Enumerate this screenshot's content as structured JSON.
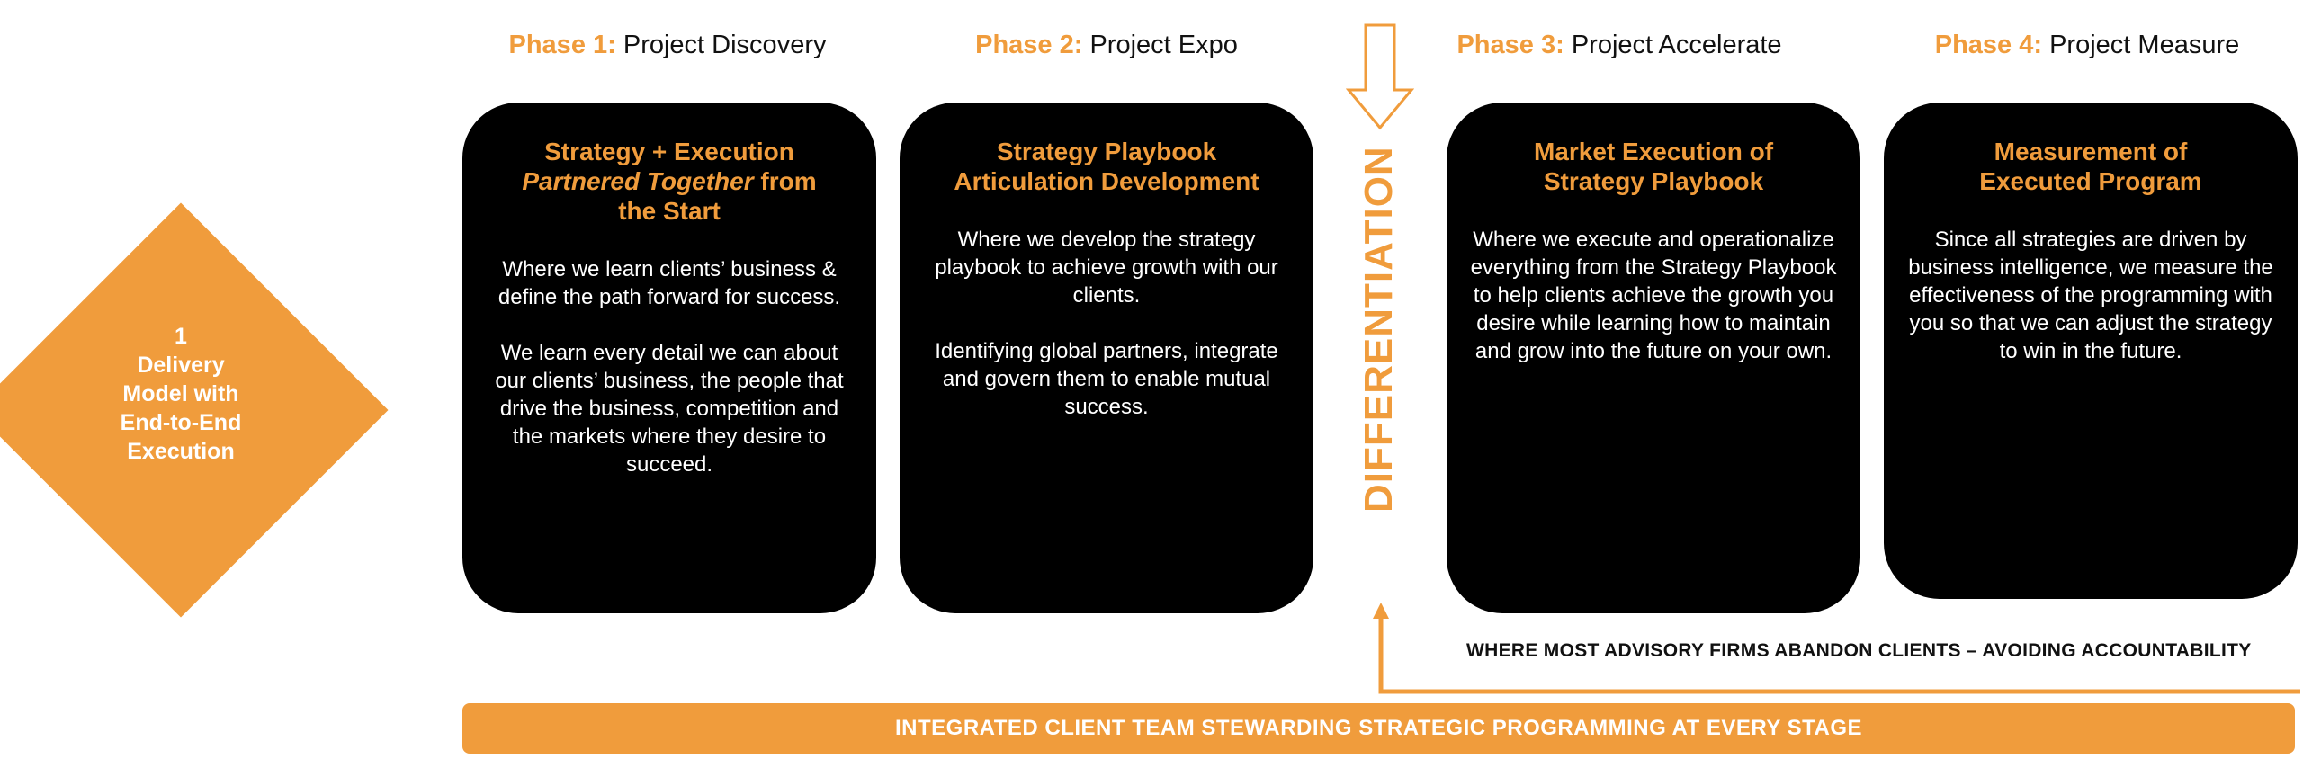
{
  "delivery_model": {
    "lines": [
      "1",
      "Delivery",
      "Model with",
      "End-to-End",
      "Execution"
    ]
  },
  "phases": [
    {
      "prefix": "Phase 1:",
      "name": "Project Discovery",
      "title_pre": "Strategy + Execution",
      "title_italic": "Partnered Together",
      "title_italic_suffix": " from",
      "title_post": "the Start",
      "paragraphs": [
        "Where we learn clients’ business & define the path forward for success.",
        "We learn every detail we can about our clients’ business, the people that drive the business, competition and the markets where they desire to succeed."
      ]
    },
    {
      "prefix": "Phase 2:",
      "name": "Project Expo",
      "title_lines": [
        "Strategy Playbook",
        "Articulation Development"
      ],
      "paragraphs": [
        "Where we develop the strategy playbook to achieve growth with our clients.",
        "Identifying global partners, integrate and govern them to enable mutual success."
      ]
    },
    {
      "prefix": "Phase 3:",
      "name": "Project Accelerate",
      "title_lines": [
        "Market Execution of",
        "Strategy Playbook"
      ],
      "paragraphs": [
        "Where we execute and operationalize everything from the Strategy Playbook to help clients achieve the growth you desire while learning how to maintain and grow into the future on your own."
      ]
    },
    {
      "prefix": "Phase 4:",
      "name": "Project Measure",
      "title_lines": [
        "Measurement of",
        "Executed Program"
      ],
      "paragraphs": [
        "Since all strategies are driven by business intelligence, we measure the effectiveness of the programming with you so that we can adjust the strategy to win in the future."
      ]
    }
  ],
  "differentiation": "DIFFERENTIATION",
  "abandon_note": "WHERE MOST ADVISORY FIRMS ABANDON CLIENTS – AVOIDING ACCOUNTABILITY",
  "bottom_bar": "INTEGRATED CLIENT TEAM STEWARDING STRATEGIC PROGRAMMING AT EVERY STAGE",
  "colors": {
    "accent": "#f09c3c",
    "card": "#000000",
    "text": "#111111"
  }
}
